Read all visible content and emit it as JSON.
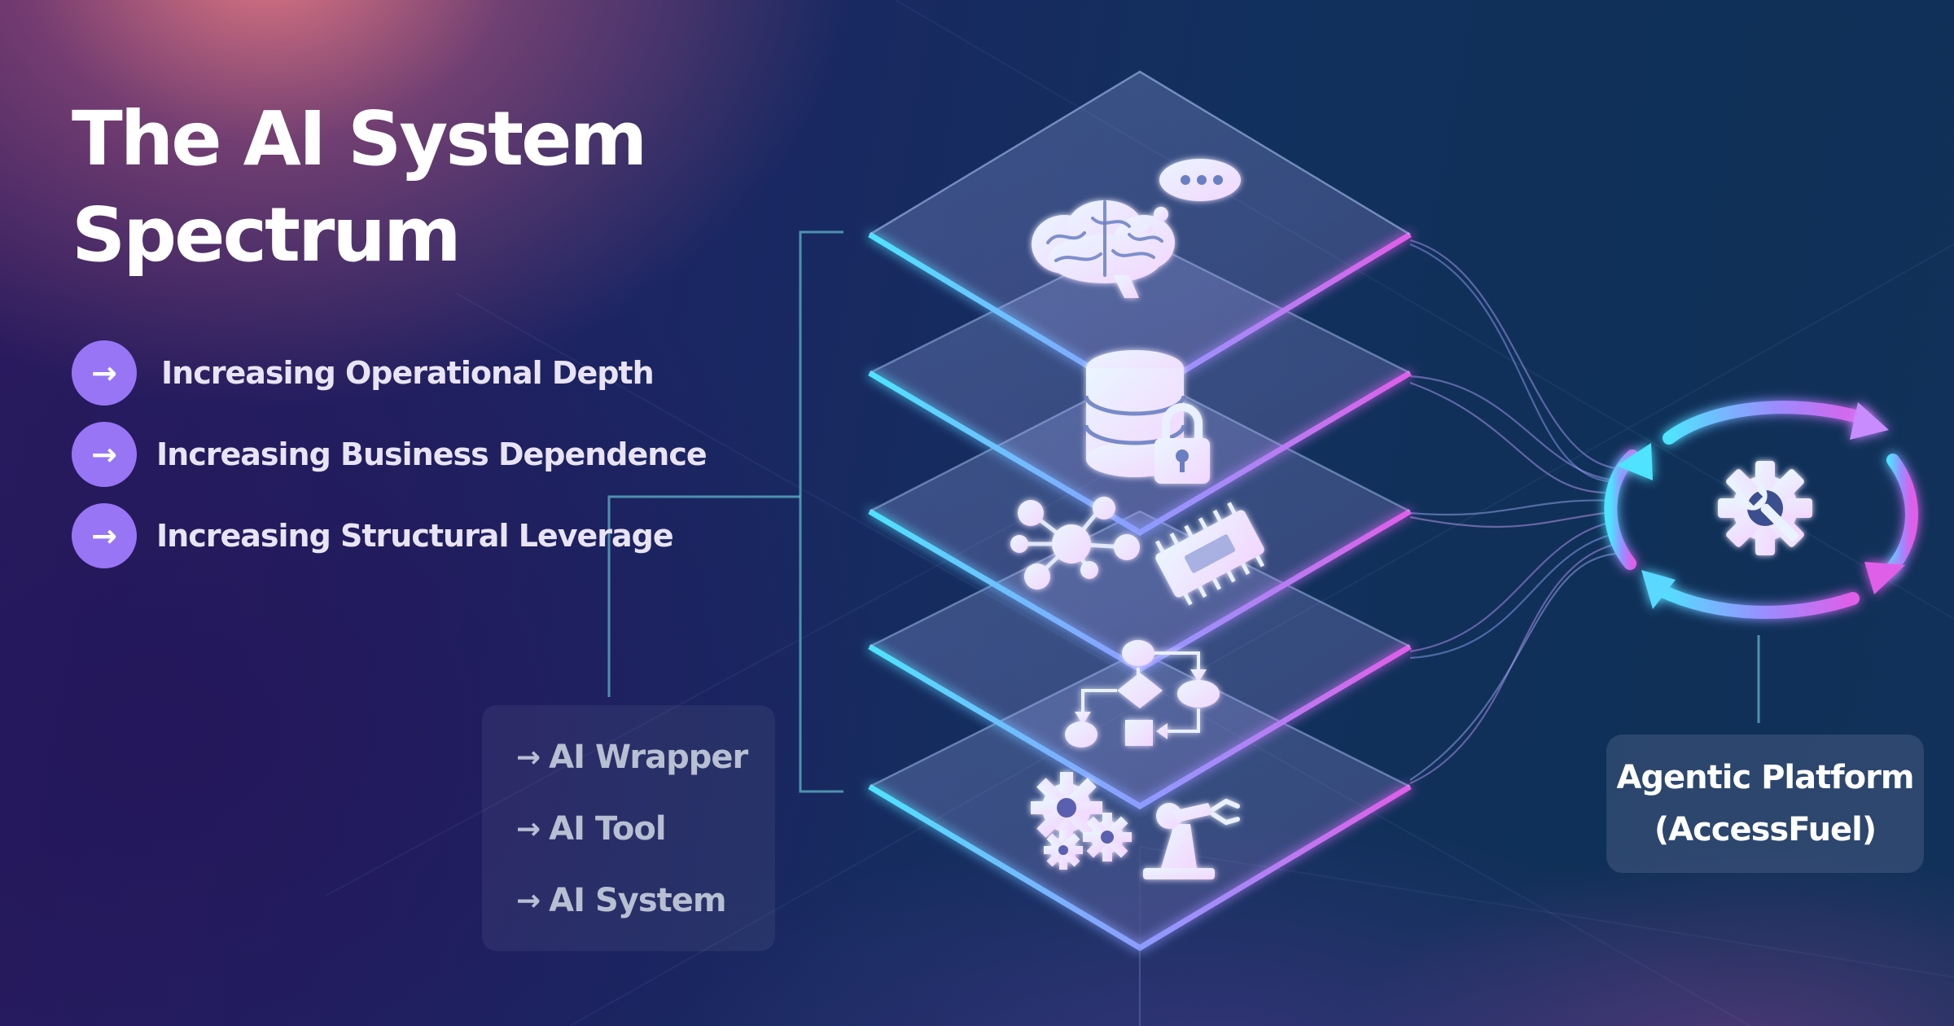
{
  "title": {
    "line1": "The AI System",
    "line2": "Spectrum"
  },
  "bullets": [
    {
      "icon": "arrow-right-icon",
      "label": "Increasing Operational Depth"
    },
    {
      "icon": "arrow-right-icon",
      "label": "Increasing Business Dependence"
    },
    {
      "icon": "arrow-right-icon",
      "label": "Increasing Structural Leverage"
    }
  ],
  "levels": [
    {
      "icon": "arrow-right-icon",
      "label": "AI Wrapper"
    },
    {
      "icon": "arrow-right-icon",
      "label": "AI Tool"
    },
    {
      "icon": "arrow-right-icon",
      "label": "AI System"
    }
  ],
  "layers": [
    {
      "icon": "brain-thought-bubble-icon"
    },
    {
      "icon": "database-lock-icon"
    },
    {
      "icon": "network-nodes-chip-icon"
    },
    {
      "icon": "workflow-flowchart-icon"
    },
    {
      "icon": "gears-robot-arm-icon"
    }
  ],
  "platform": {
    "icon": "cycle-gear-wrench-icon",
    "line1": "Agentic Platform",
    "line2": "(AccessFuel)"
  },
  "colors": {
    "accent_purple": "#9775f5",
    "glow_cyan": "#4fe3ff",
    "glow_magenta": "#e05ee8",
    "title_white": "#ffffff"
  }
}
